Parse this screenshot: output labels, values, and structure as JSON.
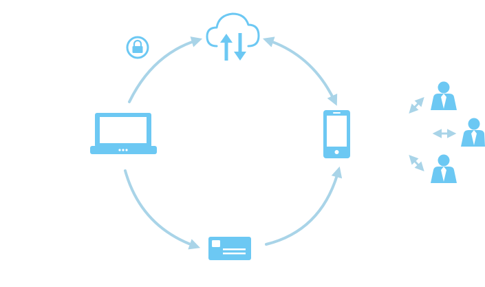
{
  "colors": {
    "icon_fill": "#6cc8f3",
    "icon_stroke": "#6cc8f3",
    "arrow": "#a9d4e8",
    "detail_white": "#ffffff"
  },
  "icons": {
    "lock": "lock-icon",
    "cloud": "cloud-sync-icon",
    "laptop": "laptop-icon",
    "phone": "smartphone-icon",
    "card": "payment-card-icon",
    "users": [
      "person-icon",
      "person-icon",
      "person-icon"
    ]
  },
  "connections": [
    {
      "from": "laptop",
      "to": "cloud",
      "direction": "one-way"
    },
    {
      "from": "cloud",
      "to": "phone",
      "direction": "two-way"
    },
    {
      "from": "laptop",
      "to": "card",
      "direction": "one-way"
    },
    {
      "from": "card",
      "to": "phone",
      "direction": "one-way"
    },
    {
      "from": "phone",
      "to": "user-1",
      "direction": "two-way"
    },
    {
      "from": "phone",
      "to": "user-2",
      "direction": "two-way"
    },
    {
      "from": "phone",
      "to": "user-3",
      "direction": "two-way"
    }
  ]
}
